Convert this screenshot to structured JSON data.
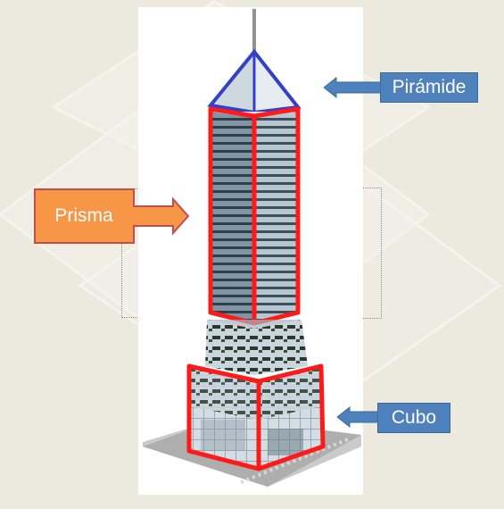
{
  "labels": {
    "piramide": "Pirámide",
    "prisma": "Prisma",
    "cubo": "Cubo"
  },
  "colors": {
    "background": "#ece9df",
    "prism_outline": "#ff1a1a",
    "pyramid_outline": "#3340c8",
    "callout_blue": "#4f81bd",
    "callout_orange": "#f79646"
  },
  "icons": {
    "pyramid_arrow": "arrow-left-icon",
    "cube_arrow": "arrow-left-icon",
    "prism_arrow": "arrow-right-icon"
  }
}
